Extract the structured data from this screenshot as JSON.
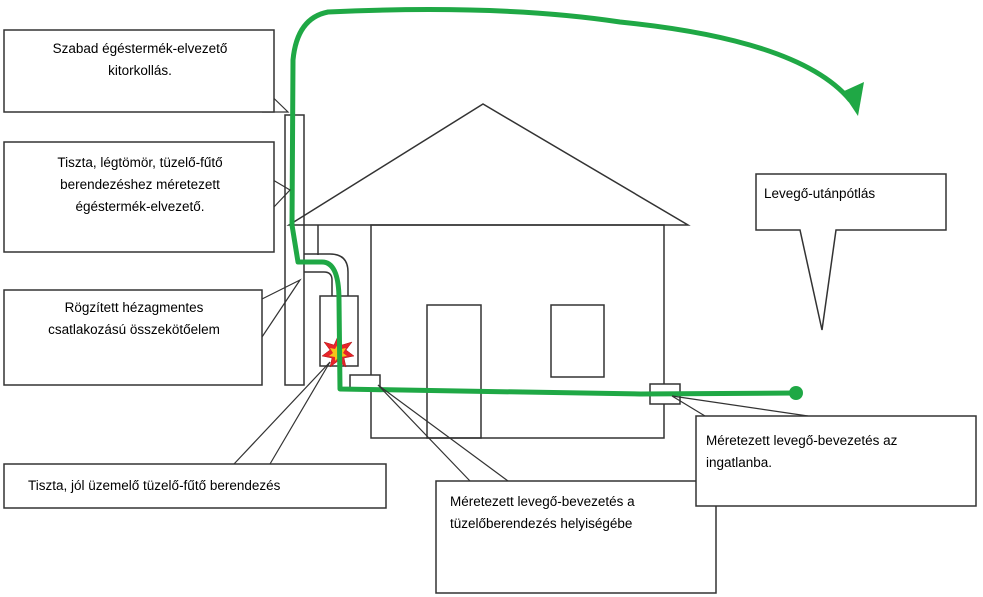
{
  "labels": {
    "outlet": "Szabad égéstermék-elvezető\nkitorkollás.",
    "flue": "Tiszta, légtömör, tüzelő-fűtő\nberendezéshez méretezett\négéstermék-elvezető.",
    "connector": "Rögzített hézagmentes\ncsatlakozású összekötőelem",
    "heater": "Tiszta, jól üzemelő tüzelő-fűtő berendezés",
    "room_air": "Méretezett levegő-bevezetés a\ntüzelőberendezés helyiségébe",
    "house_air": "Méretezett levegő-bevezetés az\ningatlanba.",
    "air_supply": "Levegő-utánpótlás"
  },
  "colors": {
    "air_path": "#1fa845",
    "flame_outer": "#e8242a",
    "flame_inner": "#f5c518",
    "line": "#333333"
  },
  "icons": {
    "flame": "flame-icon",
    "arrow": "arrow-head-icon",
    "dot": "air-inlet-dot-icon"
  }
}
